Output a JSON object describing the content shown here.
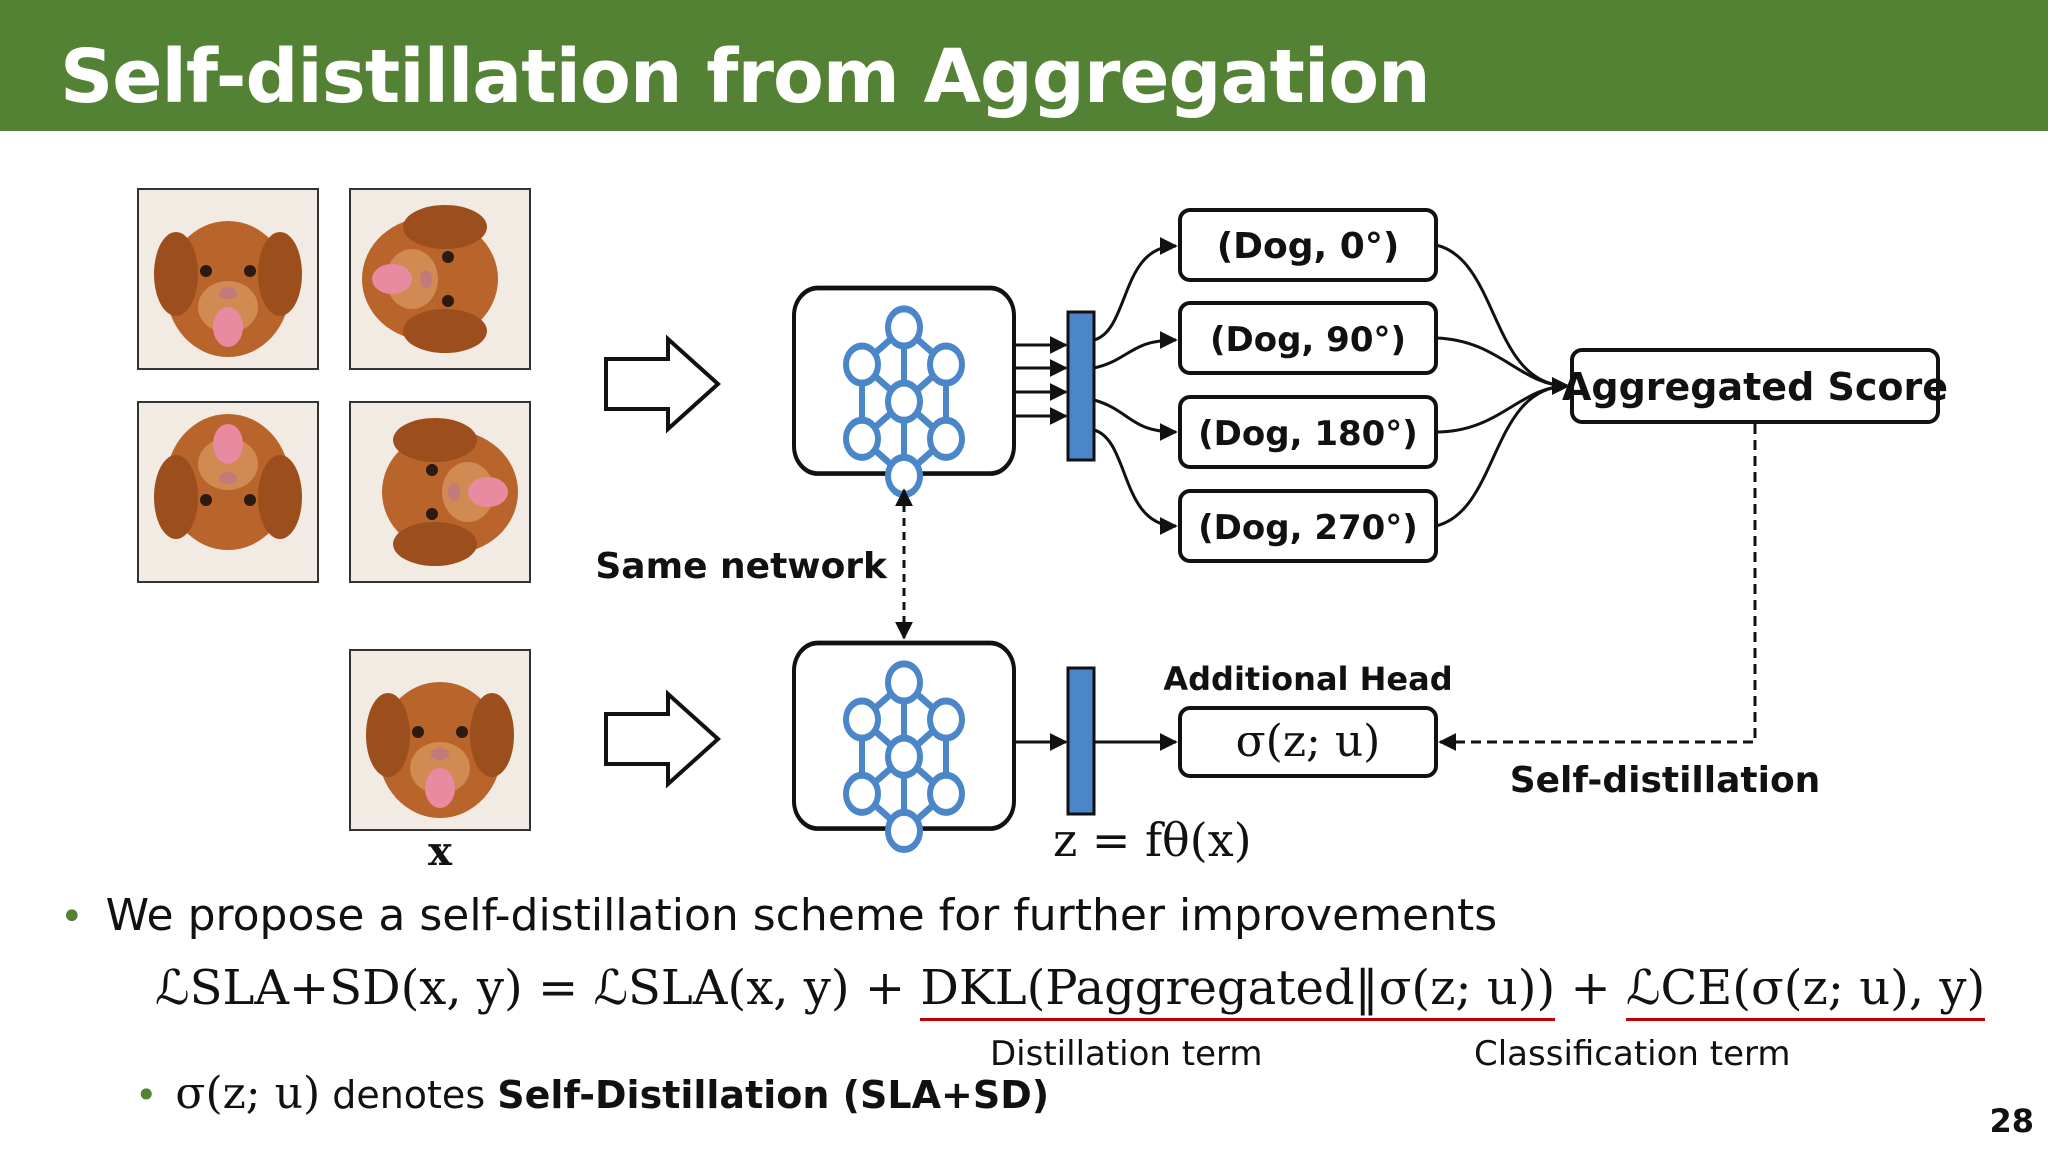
{
  "title": "Self-distillation from Aggregation",
  "diagram": {
    "rotation_outputs": [
      "(Dog, 0°)",
      "(Dog, 90°)",
      "(Dog, 180°)",
      "(Dog, 270°)"
    ],
    "aggregated_label": "Aggregated Score",
    "same_network_label": "Same network",
    "additional_head_label": "Additional Head",
    "head_formula": "σ(z; u)",
    "self_distillation_label": "Self-distillation",
    "input_label": "x",
    "feature_formula": "z = fθ(x)"
  },
  "bullets": {
    "main": "We propose a self-distillation scheme for further improvements",
    "formula": {
      "lhs": "ℒSLA+SD(x, y) = ℒSLA(x, y) + ",
      "distill": "DKL(Paggregated‖σ(z; u))",
      "plus": " + ",
      "classif": "ℒCE(σ(z; u), y)"
    },
    "distill_label": "Distillation term",
    "classif_label": "Classification term",
    "sub_sigma": "σ(z; u)",
    "sub_text": " denotes ",
    "sub_bold": "Self-Distillation (SLA+SD)"
  },
  "page_number": "28",
  "colors": {
    "title_bar": "#548235",
    "network_node": "#4a86c8",
    "feature_bar": "#4a86c8",
    "underline": "#c00000"
  }
}
